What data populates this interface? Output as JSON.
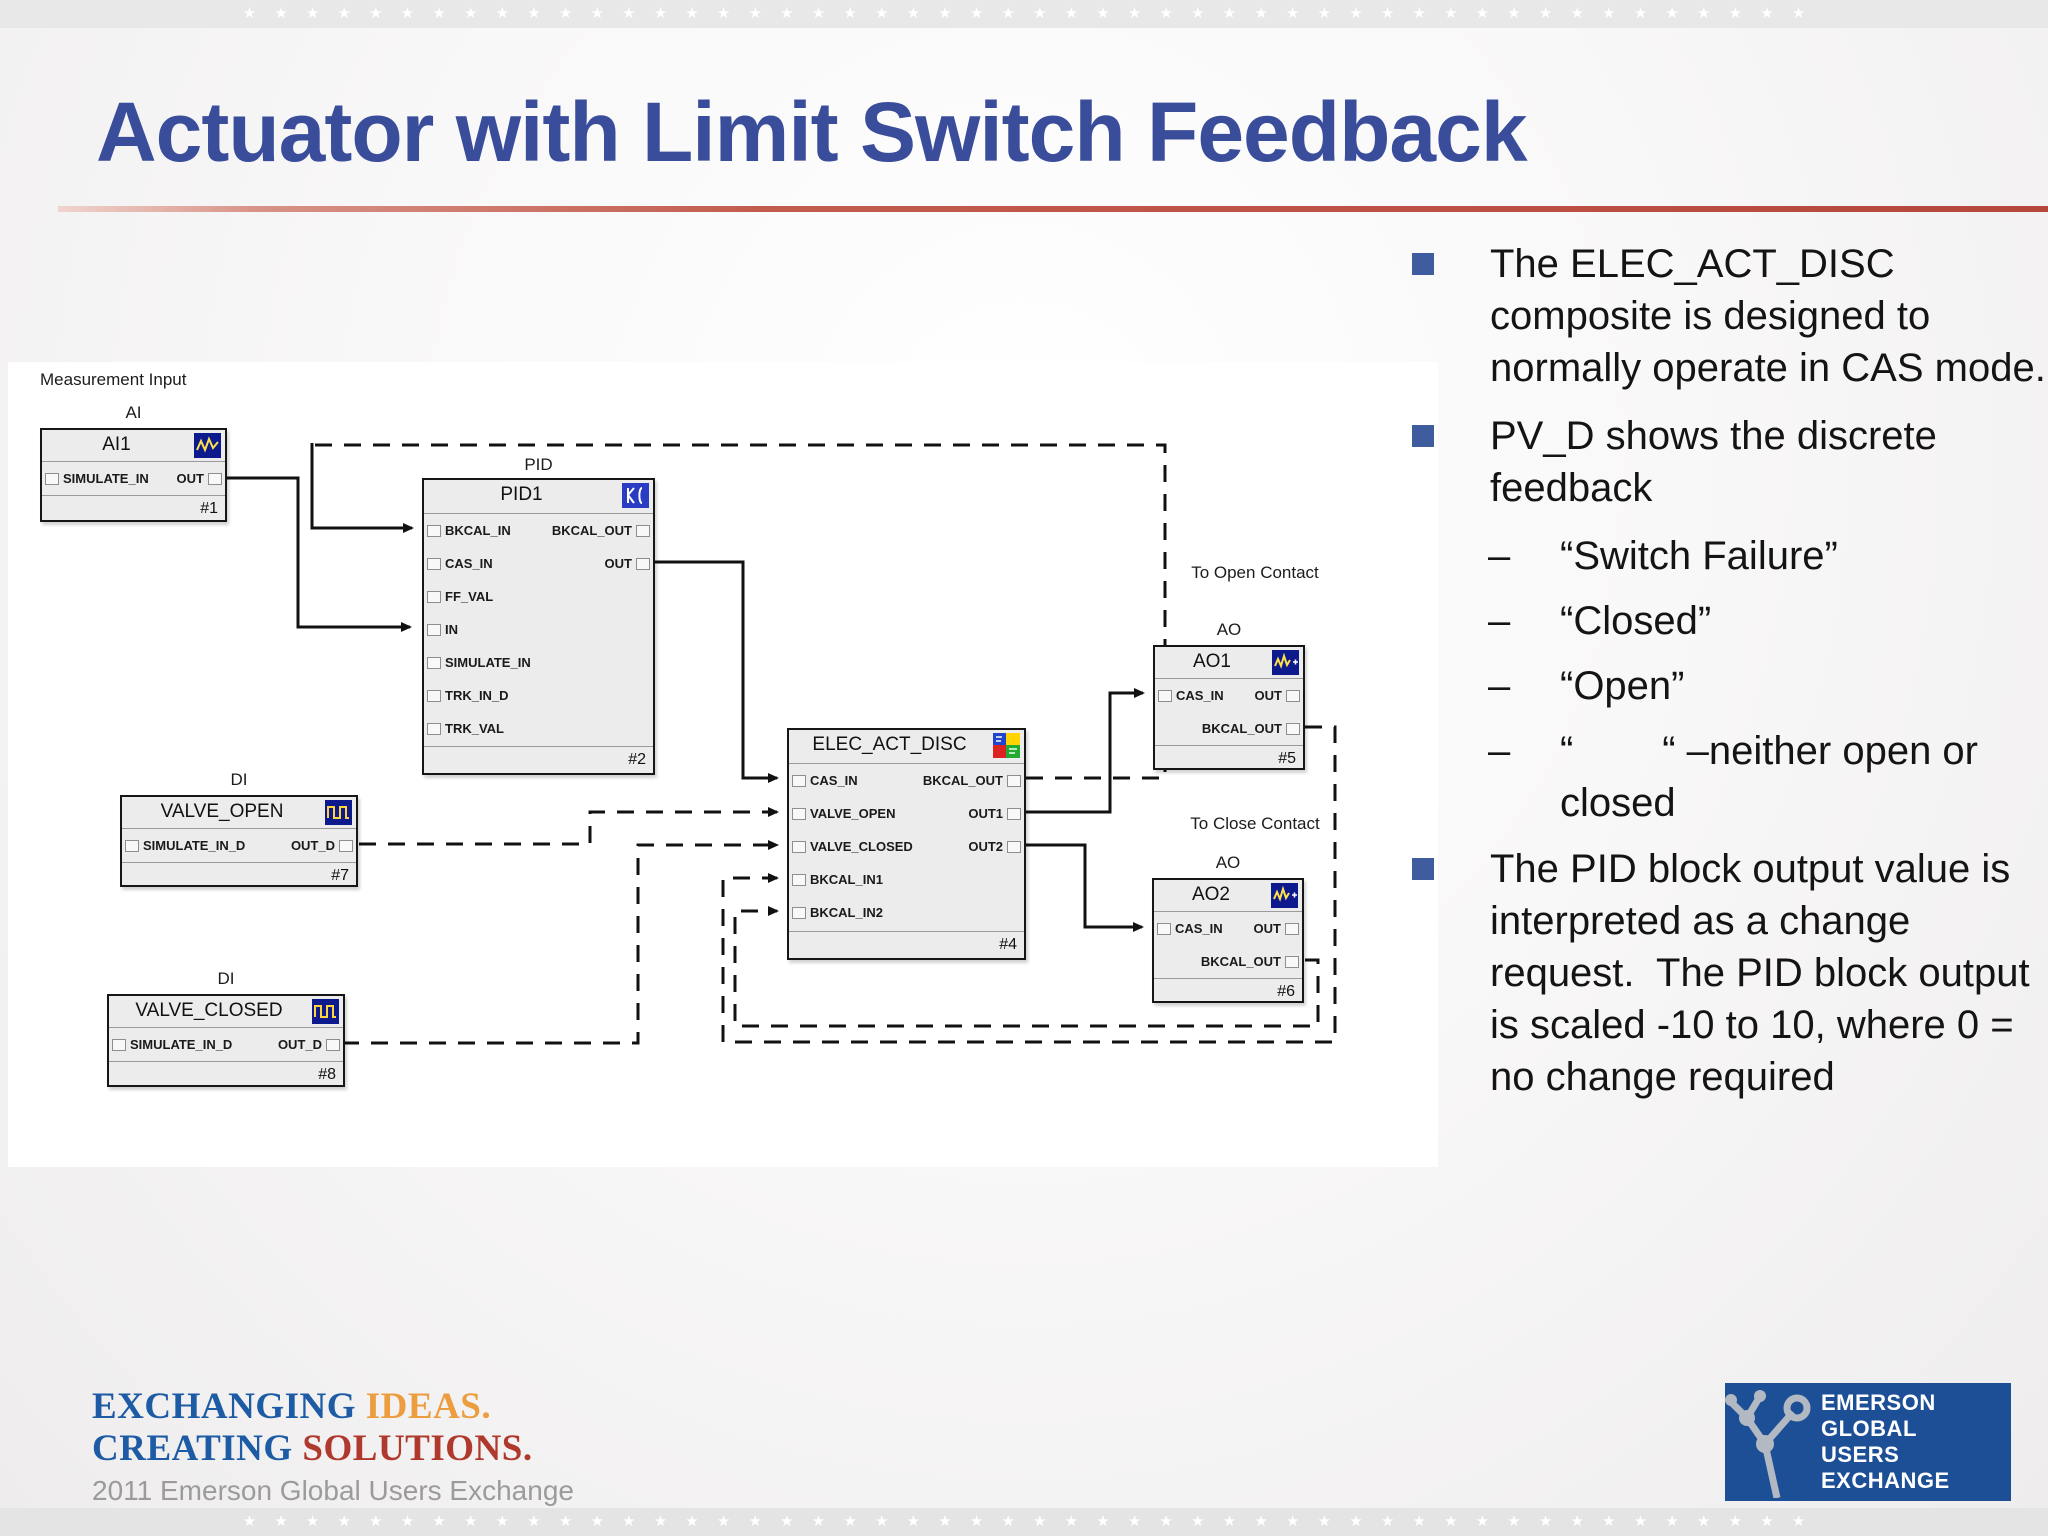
{
  "slide": {
    "title": "Actuator with Limit Switch Feedback"
  },
  "decor": {
    "star_row": "★ ★ ★ ★ ★ ★ ★ ★ ★ ★ ★ ★ ★ ★ ★ ★ ★ ★ ★ ★ ★ ★ ★ ★ ★ ★ ★ ★ ★ ★ ★ ★ ★ ★ ★ ★ ★ ★ ★ ★ ★ ★ ★ ★ ★ ★ ★ ★ ★ ★"
  },
  "diagram": {
    "annotations": {
      "measurement_input": "Measurement Input",
      "to_open_contact": "To Open Contact",
      "to_close_contact": "To Close Contact",
      "ai_type": "AI",
      "pid_type": "PID",
      "di_type_open": "DI",
      "di_type_closed": "DI",
      "ao_type_open": "AO",
      "ao_type_close": "AO"
    },
    "blocks": {
      "ai1": {
        "name": "AI1",
        "num": "#1",
        "left": [
          "SIMULATE_IN"
        ],
        "right": [
          "OUT"
        ],
        "icon": "analog-waveform"
      },
      "pid1": {
        "name": "PID1",
        "num": "#2",
        "left": [
          "BKCAL_IN",
          "CAS_IN",
          "FF_VAL",
          "IN",
          "SIMULATE_IN",
          "TRK_IN_D",
          "TRK_VAL"
        ],
        "right": [
          "BKCAL_OUT",
          "OUT"
        ],
        "icon": "pid-function"
      },
      "elec": {
        "name": "ELEC_ACT_DISC",
        "num": "#4",
        "left": [
          "CAS_IN",
          "VALVE_OPEN",
          "VALVE_CLOSED",
          "BKCAL_IN1",
          "BKCAL_IN2"
        ],
        "right": [
          "BKCAL_OUT",
          "OUT1",
          "OUT2"
        ],
        "icon": "composite-grid"
      },
      "ao1": {
        "name": "AO1",
        "num": "#5",
        "left": [
          "CAS_IN"
        ],
        "right": [
          "OUT",
          "BKCAL_OUT"
        ],
        "icon": "analog-waveform"
      },
      "ao2": {
        "name": "AO2",
        "num": "#6",
        "left": [
          "CAS_IN"
        ],
        "right": [
          "OUT",
          "BKCAL_OUT"
        ],
        "icon": "analog-waveform"
      },
      "valve_open": {
        "name": "VALVE_OPEN",
        "num": "#7",
        "left": [
          "SIMULATE_IN_D"
        ],
        "right": [
          "OUT_D"
        ],
        "icon": "discrete-pulse"
      },
      "valve_closed": {
        "name": "VALVE_CLOSED",
        "num": "#8",
        "left": [
          "SIMULATE_IN_D"
        ],
        "right": [
          "OUT_D"
        ],
        "icon": "discrete-pulse"
      }
    }
  },
  "bullets": {
    "sub_dash": "–",
    "b1": "The ELEC_ACT_DISC composite is designed to normally operate in CAS mode.",
    "b2": "PV_D shows the discrete feedback",
    "b2_subs": [
      "“Switch Failure”",
      "“Closed”",
      "“Open”",
      "“        “ –neither open or closed"
    ],
    "b3": "The PID block output value is interpreted as a change request.  The PID block output is scaled -10 to 10, where 0 = no change required"
  },
  "footer": {
    "exchanging": "EXCHANGING ",
    "ideas": "IDEAS.",
    "creating": "CREATING ",
    "solutions": "SOLUTIONS.",
    "event": "2011 Emerson Global Users Exchange",
    "logo_lines": [
      "EMERSON",
      "GLOBAL",
      "USERS",
      "EXCHANGE"
    ]
  },
  "colors": {
    "title_blue": "#3a4d9b",
    "bullet_blue": "#3e5c9e",
    "rule_red": "#b5473c",
    "logo_blue": "#1d4f96",
    "tagline_blue": "#1d5ba5",
    "tagline_orange": "#eb9d3f",
    "tagline_red": "#b0392e"
  }
}
